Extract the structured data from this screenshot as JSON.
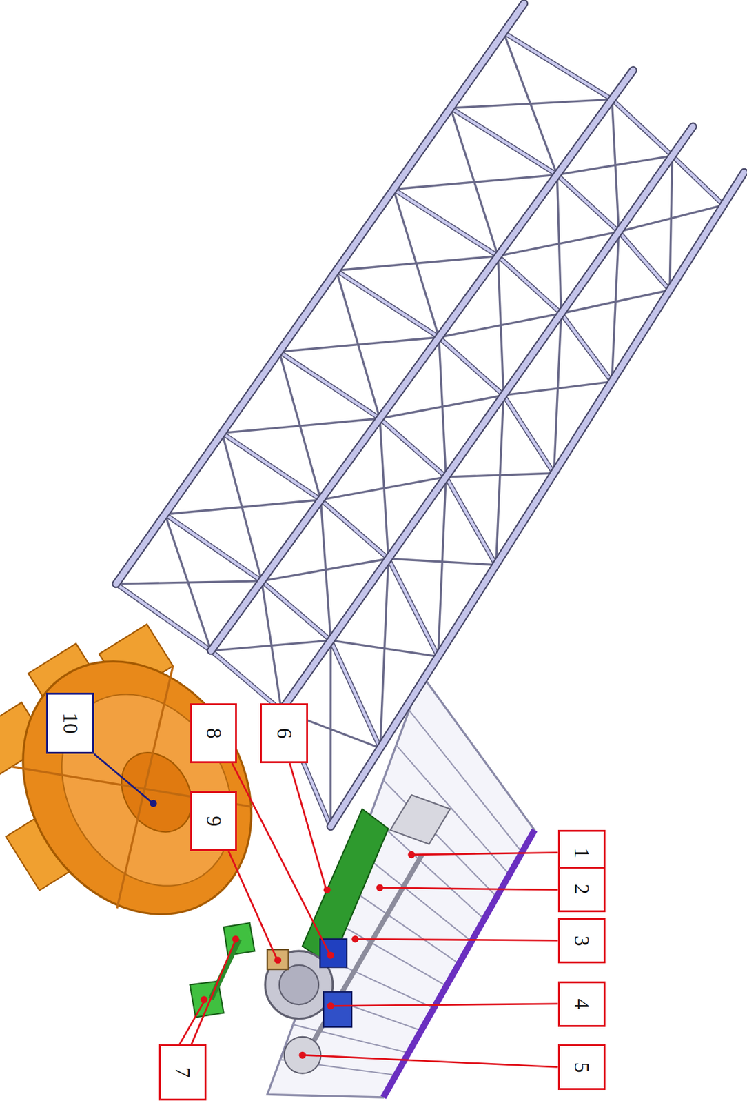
{
  "diagram": {
    "labels": [
      "10",
      "8",
      "6",
      "9",
      "1",
      "2",
      "3",
      "4",
      "5",
      "7"
    ]
  }
}
